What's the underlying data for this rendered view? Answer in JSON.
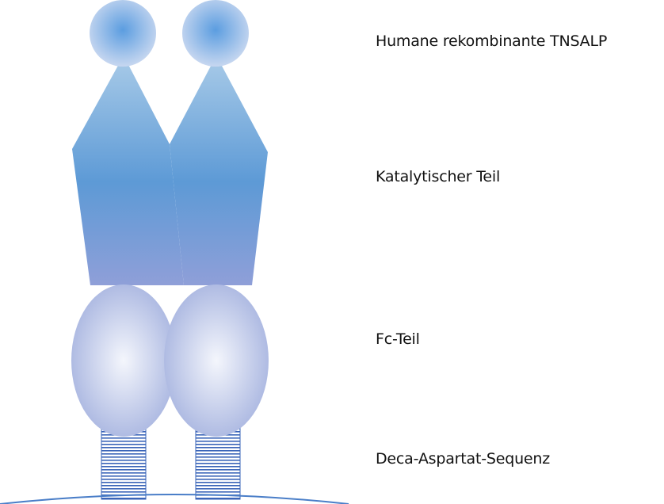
{
  "labels": {
    "protein": "Humane rekombinante TNSALP",
    "catalytic": "Katalytischer Teil",
    "fc": "Fc-Teil",
    "deca": "Deca-Aspartat-Sequenz"
  },
  "colors": {
    "head_center": "#5b9de0",
    "head_edge": "#c7d7f0",
    "catalytic_top": "#a9cbe8",
    "catalytic_mid": "#5d9ad6",
    "catalytic_bottom": "#8f9fd8",
    "fc_center": "#f4f6fc",
    "fc_edge": "#a8b5e0",
    "stripe": "#3a64b8",
    "membrane": "#4a7ec8"
  }
}
